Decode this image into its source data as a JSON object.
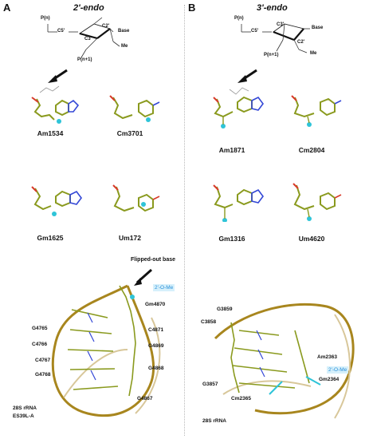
{
  "panels": {
    "A": {
      "letter": "A",
      "title": "2'-endo",
      "sugar": {
        "p_top": "P(n)",
        "c5": "C5'",
        "c3": "C3'",
        "c2": "C2'",
        "base": "Base",
        "o_me": "Me",
        "p_bottom": "P(n+1)"
      },
      "residues": [
        "Am1534",
        "Cm3701",
        "Gm1625",
        "Um172"
      ],
      "structure": {
        "callout": "Flipped-out base",
        "ome": "2'-O-Me",
        "labels": [
          "G4765",
          "C4766",
          "C4767",
          "G4768",
          "Gm4870",
          "C4871",
          "G4869",
          "G4868",
          "G4867"
        ],
        "caption_line1": "28S rRNA",
        "caption_line2": "ES39L-A"
      }
    },
    "B": {
      "letter": "B",
      "title": "3'-endo",
      "sugar": {
        "p_top": "P(n)",
        "c5": "C5'",
        "c3": "C3'",
        "c2": "C2'",
        "base": "Base",
        "o_me": "Me",
        "p_bottom": "P(n+1)"
      },
      "residues": [
        "Am1871",
        "Cm2804",
        "Gm1316",
        "Um4620"
      ],
      "structure": {
        "ome": "2'-O-Me",
        "labels": [
          "G3859",
          "C3858",
          "Am2363",
          "G3857",
          "Cm2365",
          "Gm2364"
        ],
        "caption_line1": "28S rRNA"
      }
    }
  },
  "colors": {
    "backbone": "#8a9a1e",
    "ribbon": "#a8861e",
    "nitrogen": "#3347d6",
    "oxygen": "#d83a2a",
    "methyl": "#2ec4d8",
    "highlight": "#2a8fd9"
  }
}
